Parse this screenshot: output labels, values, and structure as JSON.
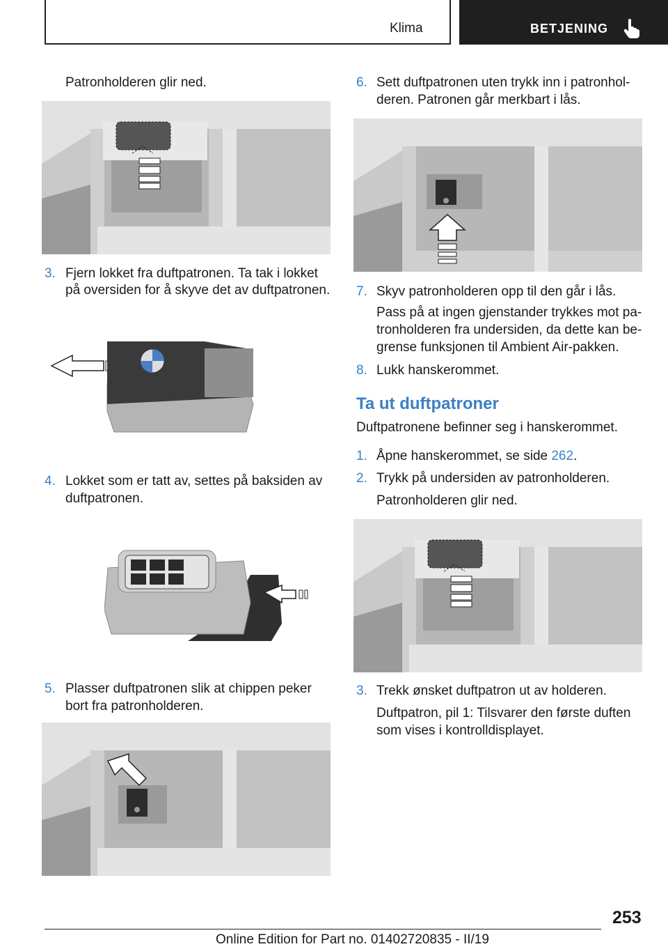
{
  "header": {
    "section": "Klima",
    "chapter": "BETJENING",
    "chapter_icon": "pointing-hand-icon"
  },
  "left": {
    "p_intro": "Patronholderen glir ned.",
    "s3_num": "3.",
    "s3_l1": "Fjern lokket fra duftpatronen. Ta tak i lokket",
    "s3_l2": "på oversiden for å skyve det av duftpatronen.",
    "s4_num": "4.",
    "s4_l1": "Lokket som er tatt av, settes på baksiden av",
    "s4_l2": "duftpatronen.",
    "s5_num": "5.",
    "s5_l1": "Plasser duftpatronen slik at chippen peker",
    "s5_l2": "bort fra patronholderen."
  },
  "right": {
    "s6_num": "6.",
    "s6_l1": "Sett duftpatronen uten trykk inn i patronhol-",
    "s6_l2": "deren. Patronen går merkbart i lås.",
    "s7_num": "7.",
    "s7_l1": "Skyv patronholderen opp til den går i lås.",
    "s7_n1": "Pass på at ingen gjenstander trykkes mot pa-",
    "s7_n2": "tronholderen fra undersiden, da dette kan be-",
    "s7_n3": "grense funksjonen til Ambient Air-pakken.",
    "s8_num": "8.",
    "s8_l1": "Lukk hanskerommet.",
    "heading": "Ta ut duftpatroner",
    "intro": "Duftpatronene befinner seg i hanskerommet.",
    "r1_num": "1.",
    "r1_text": "Åpne hanskerommet, se side ",
    "r1_link": "262",
    "r1_end": ".",
    "r2_num": "2.",
    "r2_l1": "Trykk på undersiden av patronholderen.",
    "r2_l2": "Patronholderen glir ned.",
    "r3_num": "3.",
    "r3_l1": "Trekk ønsket duftpatron ut av holderen.",
    "r3_n1": "Duftpatron, pil 1: Tilsvarer den første duften",
    "r3_n2": "som vises i kontrolldisplayet."
  },
  "footer": {
    "page_number": "253",
    "edition": "Online Edition for Part no. 01402720835 - II/19"
  }
}
